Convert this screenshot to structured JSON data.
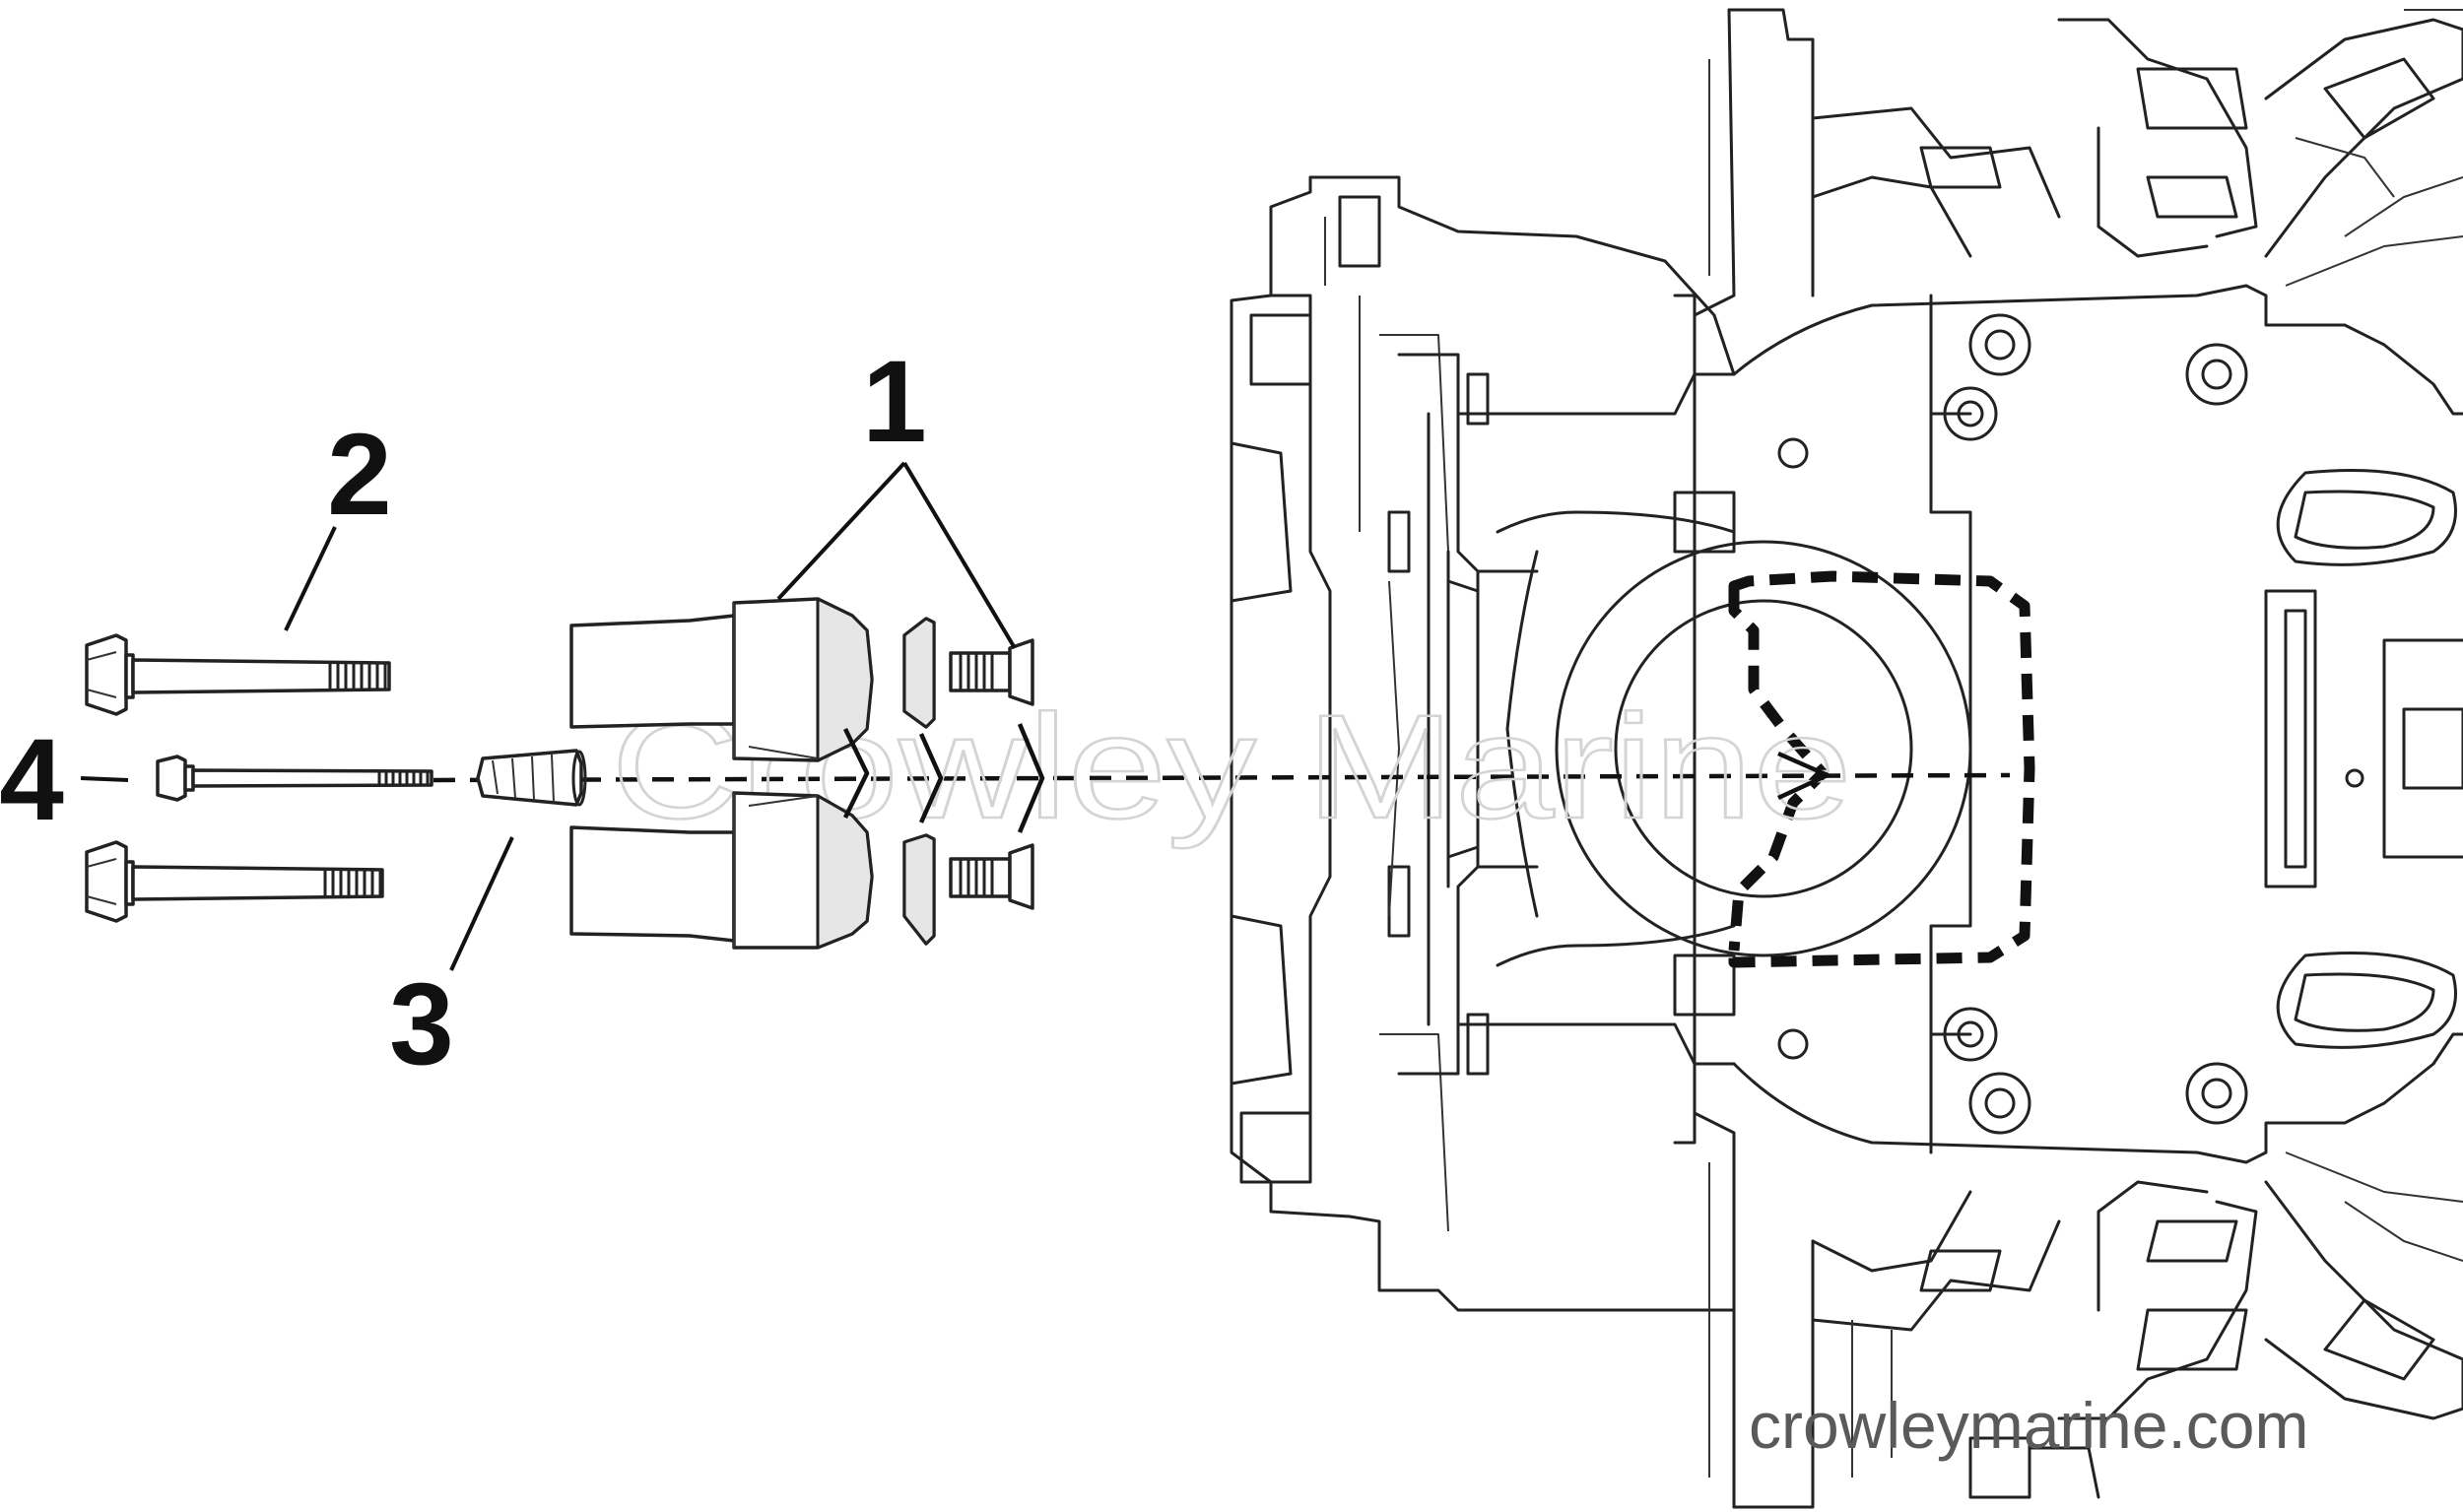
{
  "callouts": {
    "item_1": "1",
    "item_2": "2",
    "item_3": "3",
    "item_4": "4"
  },
  "watermark": "Crowley Marine",
  "site_label": "crowleymarine.com",
  "colors": {
    "line": "#222222",
    "watermark": "#d4d4d4",
    "site_text": "#5a5a5a",
    "background": "#ffffff"
  }
}
